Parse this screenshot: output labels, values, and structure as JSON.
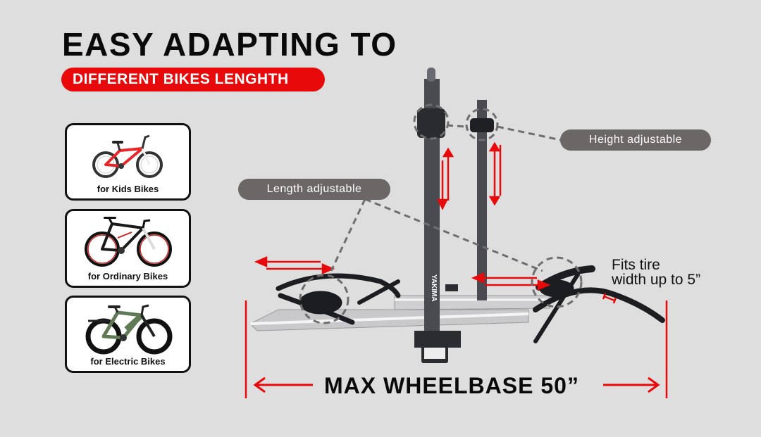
{
  "headline": "EASY ADAPTING TO",
  "subheadline": "DIFFERENT BIKES LENGHTH",
  "colors": {
    "background": "#dedede",
    "accent_red": "#e80a0a",
    "callout_gray": "#6b6767",
    "text_dark": "#0a0a0a"
  },
  "bike_cards": [
    {
      "label": "for Kids Bikes",
      "icon": "kids-bike-icon",
      "frame_color": "#e8262a"
    },
    {
      "label": "for Ordinary Bikes",
      "icon": "mountain-bike-icon",
      "frame_color": "#1a1a1a"
    },
    {
      "label": "for Electric Bikes",
      "icon": "electric-bike-icon",
      "frame_color": "#5f7a55"
    }
  ],
  "callouts": {
    "height": "Height adjustable",
    "length": "Length adjustable",
    "tire_line1": "Fits tire",
    "tire_line2": "width up to 5”"
  },
  "dimension": {
    "label": "MAX WHEELBASE 50”"
  }
}
